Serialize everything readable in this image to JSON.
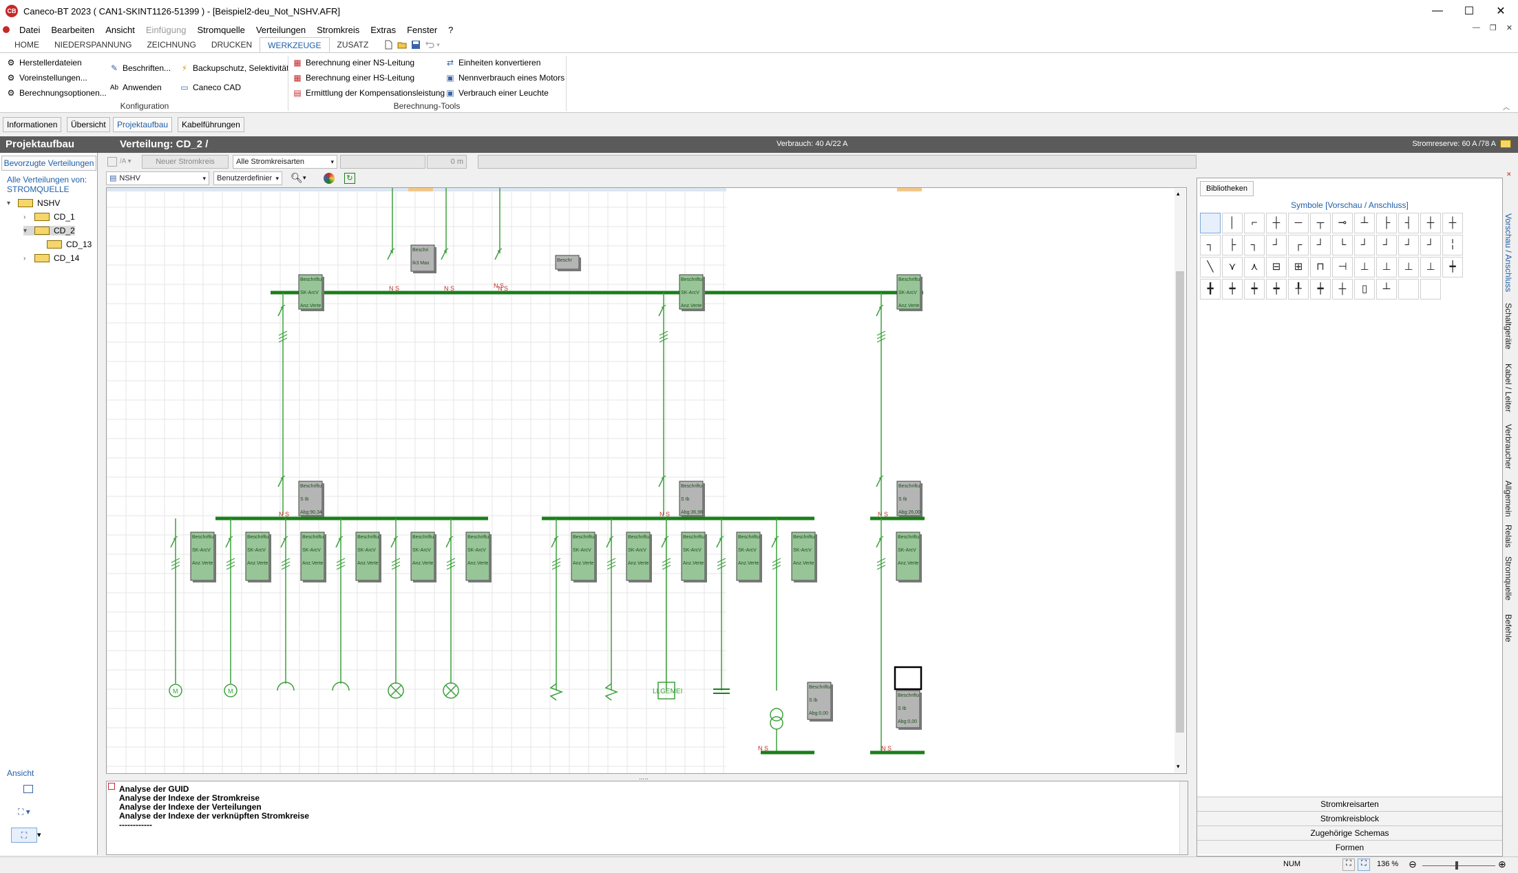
{
  "window": {
    "title": "Caneco-BT 2023 ( CAN1-SKINT1126-51399 ) - [Beispiel2-deu_Not_NSHV.AFR]",
    "minimize": "—",
    "maximize": "☐",
    "close": "✕"
  },
  "menu": {
    "items": [
      "Datei",
      "Bearbeiten",
      "Ansicht",
      "Einfügung",
      "Stromquelle",
      "Verteilungen",
      "Stromkreis",
      "Extras",
      "Fenster",
      "?"
    ],
    "disabled": [
      "Einfügung"
    ]
  },
  "ribbon_tabs": [
    "HOME",
    "NIEDERSPANNUNG",
    "ZEICHNUNG",
    "DRUCKEN",
    "WERKZEUGE",
    "ZUSATZ"
  ],
  "active_ribbon_tab": "WERKZEUGE",
  "ribbon": {
    "konfiguration": {
      "label": "Konfiguration",
      "buttons": [
        "Herstellerdateien",
        "Voreinstellungen...",
        "Berechnungsoptionen...",
        "Beschriften...",
        "Anwenden",
        "Backupschutz, Selektivität",
        "Caneco CAD"
      ]
    },
    "berechnung": {
      "label": "Berechnung-Tools",
      "buttons": [
        "Berechnung einer NS-Leitung",
        "Berechnung einer HS-Leitung",
        "Ermittlung der Kompensationsleistung",
        "Einheiten konvertieren",
        "Nennverbrauch eines Motors",
        "Verbrauch einer Leuchte"
      ]
    }
  },
  "view_tabs": [
    "Informationen",
    "Übersicht",
    "Projektaufbau",
    "Kabelführungen"
  ],
  "active_view_tab": "Projektaufbau",
  "header": {
    "section": "Projektaufbau",
    "distribution": "Verteilung: CD_2 /",
    "consumption": "Verbrauch: 40 A/22 A",
    "reserve": "Stromreserve: 60 A /78 A"
  },
  "left_panel": {
    "tab": "Bevorzugte Verteilungen",
    "all_link_line1": "Alle Verteilungen von:",
    "all_link_line2": "STROMQUELLE",
    "tree": [
      "NSHV",
      "CD_1",
      "CD_2",
      "CD_13",
      "CD_14"
    ],
    "view_label": "Ansicht"
  },
  "toolbar": {
    "new_circuit": "Neuer Stromkreis",
    "circuit_types": "Alle Stromkreisarten",
    "unit_field": "0 m",
    "dist_select": "NSHV",
    "custom_select": "Benutzerdefinier"
  },
  "output": {
    "lines": [
      "Analyse der GUID",
      "Analyse der Indexe der Stromkreise",
      "Analyse der Indexe der Verteilungen",
      "Analyse der Indexe der verknüpften Stromkreise",
      "------------"
    ]
  },
  "right_panel": {
    "tab": "Bibliotheken",
    "heading": "Symbole [Vorschau / Anschluss]",
    "bottom_items": [
      "Stromkreisarten",
      "Stromkreisblock",
      "Zugehörige Schemas",
      "Formen"
    ],
    "side_tabs": [
      "Vorschau / Anschluss",
      "Schaltgeräte",
      "Kabel / Leiter",
      "Verbraucher",
      "Allgemein",
      "Relais",
      "Stromquelle",
      "Befehle"
    ]
  },
  "diagram": {
    "box_label": "Beschriftu",
    "box_lines": [
      "SK-ArcV",
      "Anz.Verte"
    ],
    "feed_box_lines": [
      "S Ib",
      "Abg:90,34",
      "Abg:36,98",
      "Abg:26,00",
      "Abg:0,00"
    ],
    "top_box1": "Beschri",
    "top_box1_sub": "Ik3 Max",
    "top_box2": "Beschr",
    "bus_marks": [
      "N",
      "S"
    ],
    "load_label": "LLGEMEI",
    "motor_label": "M"
  },
  "statusbar": {
    "num": "NUM",
    "zoom": "136 %"
  },
  "colors": {
    "bus": "#1a7f1a",
    "wire": "#3aa03a",
    "box": "#98c598",
    "header_bg": "#5b5b5b",
    "accent": "#1f5fa8"
  }
}
